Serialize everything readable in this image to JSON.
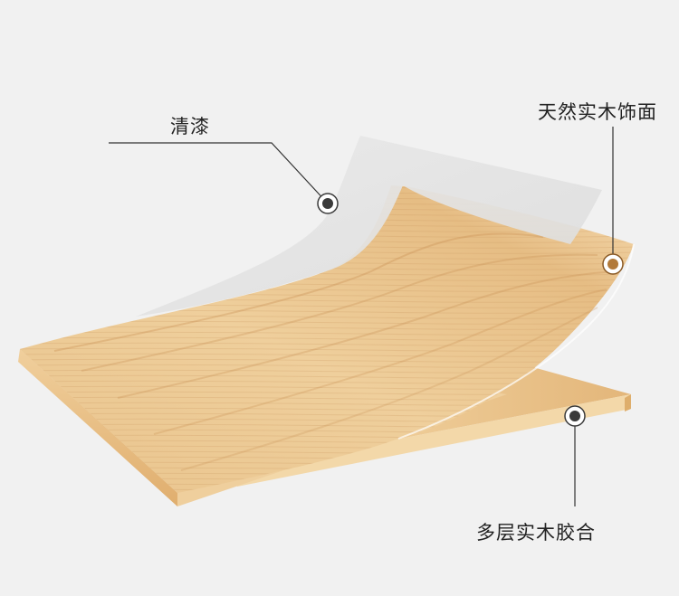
{
  "labels": {
    "lacquer": "清漆",
    "veneer": "天然实木饰面",
    "plywood": "多层实木胶合"
  },
  "colors": {
    "background": "#f1f1f1",
    "wood_light": "#f2d3a2",
    "wood_mid": "#e6b87b",
    "wood_dark": "#c98f4f",
    "film": "#e4e4e4",
    "leader_line": "#333333",
    "marker_dark": "#3a3a3a",
    "marker_wood": "#b27a3a"
  },
  "icons": {
    "marker": "layer-callout-dot"
  }
}
